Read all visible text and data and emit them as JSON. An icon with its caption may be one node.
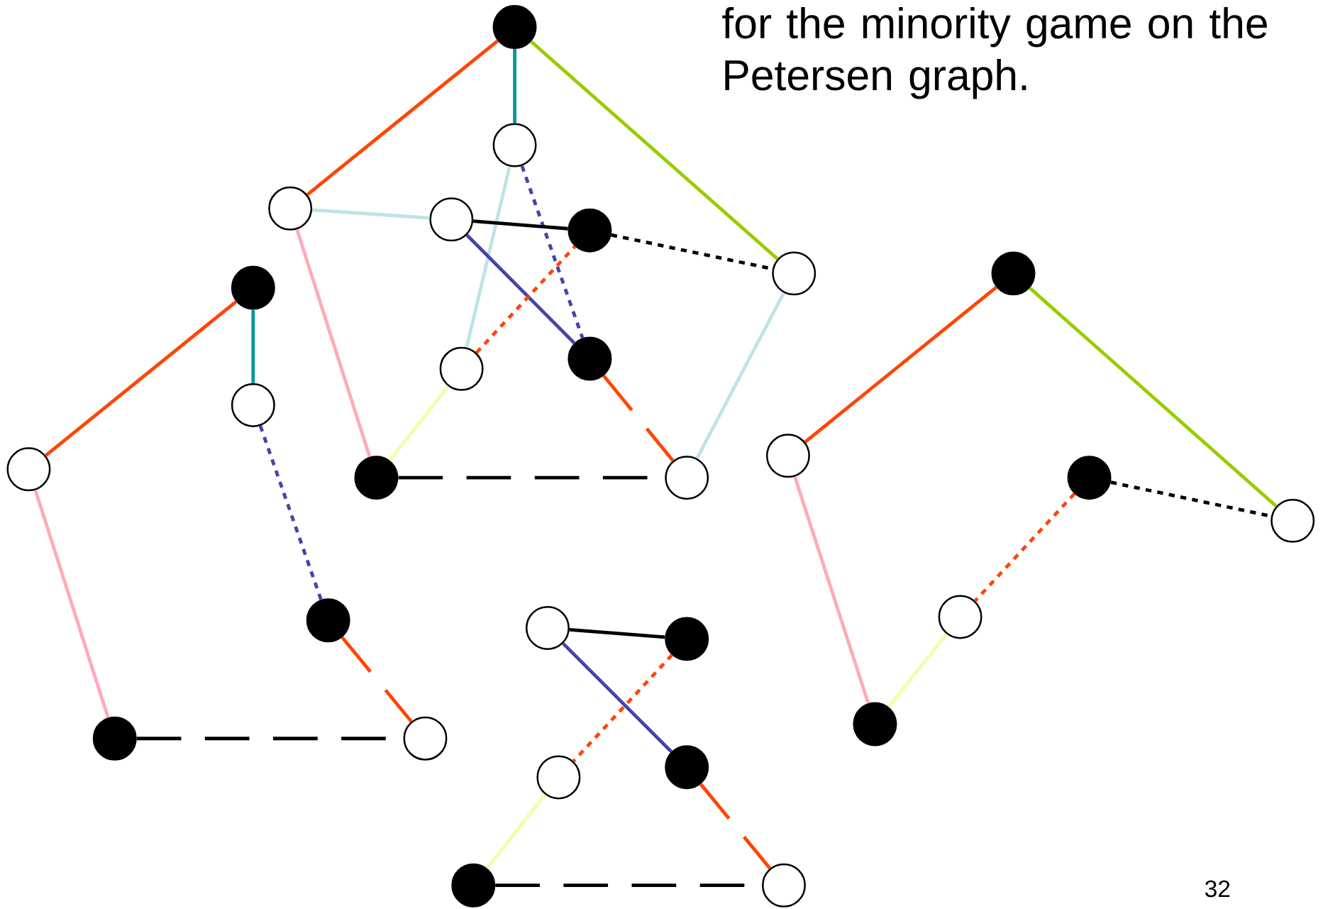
{
  "diagram": {
    "title": "for the minority game on the Petersen graph.",
    "nodes": [
      {
        "text": [],
        "shape": "circle"
      },
      {
        "text": [],
        "shape": "circle"
      },
      {
        "text": [],
        "shape": "circle"
      },
      {
        "text": [],
        "shape": "circle"
      },
      {
        "text": [],
        "shape": "circle"
      },
      {
        "text": [],
        "shape": "circle"
      },
      {
        "text": [],
        "shape": "circle"
      },
      {
        "text": [],
        "shape": "circle"
      },
      {
        "text": [],
        "shape": "circle"
      },
      {
        "text": [],
        "shape": "circle"
      },
      {
        "text": [],
        "shape": "circle"
      },
      {
        "text": [],
        "shape": "circle"
      },
      {
        "text": [],
        "shape": "circle"
      },
      {
        "text": [],
        "shape": "circle"
      },
      {
        "text": [],
        "shape": "circle"
      },
      {
        "text": [],
        "shape": "circle"
      },
      {
        "text": [],
        "shape": "circle"
      },
      {
        "text": [],
        "shape": "circle"
      },
      {
        "text": [],
        "shape": "circle"
      },
      {
        "text": [],
        "shape": "circle"
      },
      {
        "text": [],
        "shape": "circle"
      },
      {
        "text": [],
        "shape": "circle"
      },
      {
        "text": [],
        "shape": "circle"
      },
      {
        "text": [],
        "shape": "circle"
      },
      {
        "text": [],
        "shape": "circle"
      },
      {
        "text": [],
        "shape": "circle"
      },
      {
        "text": [],
        "shape": "circle"
      },
      {
        "text": [],
        "shape": "circle"
      }
    ],
    "edges": [
      {
        "from": 0,
        "to": 2,
        "arrow": "none",
        "color": "#ff4500"
      },
      {
        "from": 0,
        "to": 1,
        "arrow": "none",
        "color": "#009999"
      },
      {
        "from": 0,
        "to": 5,
        "arrow": "none",
        "color": "#99cc00"
      },
      {
        "from": 2,
        "to": 3,
        "arrow": "none",
        "color": "#bfe3e6"
      },
      {
        "from": 2,
        "to": 8,
        "arrow": "none",
        "color": "#ffaabb"
      },
      {
        "from": 1,
        "to": 6,
        "arrow": "none",
        "color": "#bfe3e6"
      },
      {
        "from": 1,
        "to": 7,
        "arrow": "none",
        "style": "dashed",
        "color": "#4444aa"
      },
      {
        "from": 3,
        "to": 4,
        "arrow": "none",
        "color": "#000000"
      },
      {
        "from": 3,
        "to": 7,
        "arrow": "none",
        "color": "#4444aa"
      },
      {
        "from": 4,
        "to": 5,
        "arrow": "none",
        "style": "dashed",
        "color": "#000000"
      },
      {
        "from": 6,
        "to": 4,
        "arrow": "none",
        "style": "dashed",
        "color": "#ff4500"
      },
      {
        "from": 8,
        "to": 6,
        "arrow": "none",
        "color": "#eeffaa"
      },
      {
        "from": 8,
        "to": 9,
        "arrow": "none",
        "style": "dashed",
        "color": "#000000"
      },
      {
        "from": 7,
        "to": 9,
        "arrow": "none",
        "style": "dashed",
        "color": "#ff4500"
      },
      {
        "from": 5,
        "to": 9,
        "arrow": "none",
        "color": "#bfe3e6"
      },
      {
        "from": 10,
        "to": 12,
        "arrow": "none",
        "color": "#ff4500"
      },
      {
        "from": 10,
        "to": 11,
        "arrow": "none",
        "color": "#009999"
      },
      {
        "from": 11,
        "to": 13,
        "arrow": "none",
        "style": "dashed",
        "color": "#4444aa"
      },
      {
        "from": 12,
        "to": 14,
        "arrow": "none",
        "color": "#ffaabb"
      },
      {
        "from": 14,
        "to": 15,
        "arrow": "none",
        "style": "dashed",
        "color": "#000000"
      },
      {
        "from": 13,
        "to": 15,
        "arrow": "none",
        "style": "dashed",
        "color": "#ff4500"
      },
      {
        "from": 16,
        "to": 17,
        "arrow": "none",
        "color": "#ff4500"
      },
      {
        "from": 16,
        "to": 19,
        "arrow": "none",
        "color": "#99cc00"
      },
      {
        "from": 17,
        "to": 21,
        "arrow": "none",
        "color": "#ffaabb"
      },
      {
        "from": 18,
        "to": 19,
        "arrow": "none",
        "style": "dashed",
        "color": "#000000"
      },
      {
        "from": 18,
        "to": 20,
        "arrow": "none",
        "style": "dashed",
        "color": "#ff4500"
      },
      {
        "from": 20,
        "to": 21,
        "arrow": "none",
        "color": "#eeffaa"
      },
      {
        "from": 22,
        "to": 23,
        "arrow": "none",
        "color": "#000000"
      },
      {
        "from": 22,
        "to": 25,
        "arrow": "none",
        "color": "#4444aa"
      },
      {
        "from": 23,
        "to": 24,
        "arrow": "none",
        "style": "dashed",
        "color": "#ff4500"
      },
      {
        "from": 24,
        "to": 26,
        "arrow": "none",
        "color": "#eeffaa"
      },
      {
        "from": 26,
        "to": 27,
        "arrow": "none",
        "style": "dashed",
        "color": "#000000"
      },
      {
        "from": 25,
        "to": 27,
        "arrow": "none",
        "style": "dashed",
        "color": "#ff4500"
      }
    ],
    "labels": [
      "32"
    ]
  }
}
